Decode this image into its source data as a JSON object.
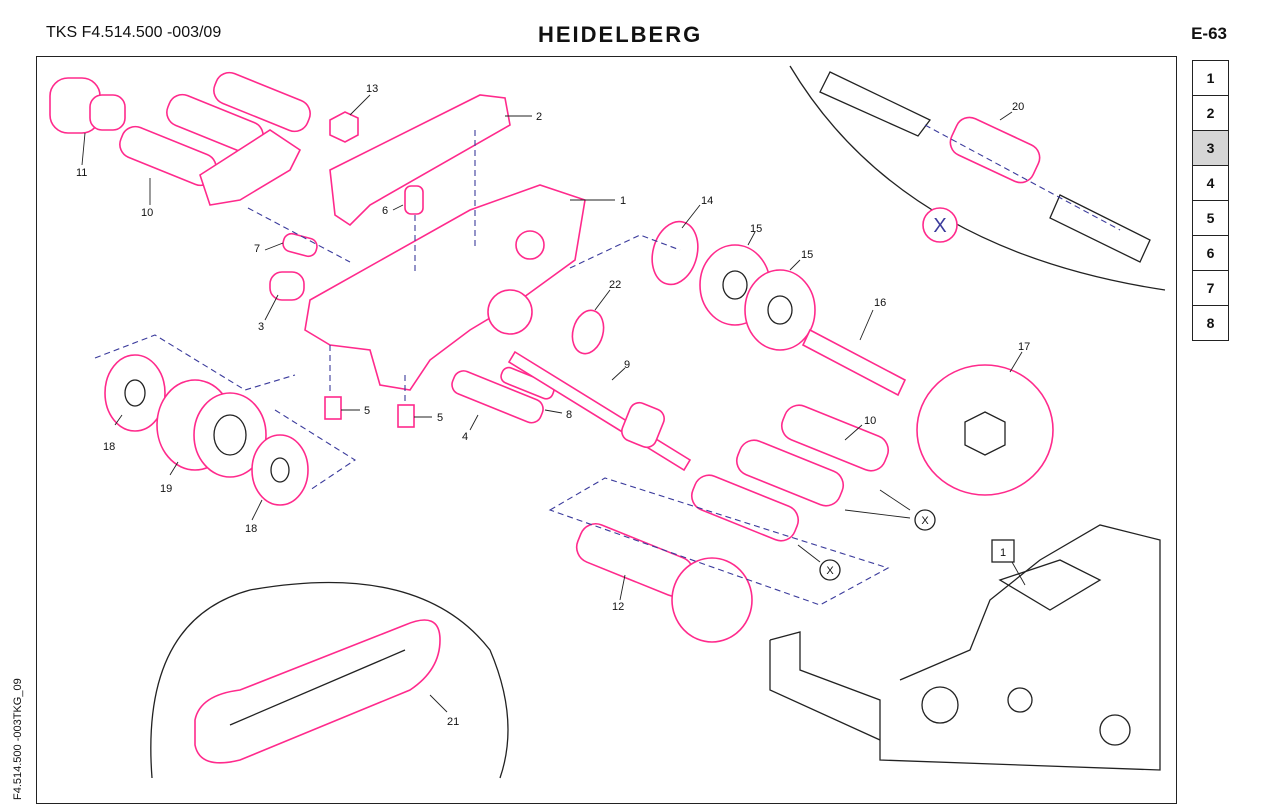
{
  "header": {
    "doc_code": "TKS F4.514.500 -003/09",
    "logo": "HEIDELBERG",
    "page": "E-63"
  },
  "side_code": "F4.514.500 -003TKG_09",
  "tabs": [
    "1",
    "2",
    "3",
    "4",
    "5",
    "6",
    "7",
    "8"
  ],
  "active_tab": "3",
  "callouts": {
    "n1": "1",
    "n2": "2",
    "n3": "3",
    "n4": "4",
    "n5a": "5",
    "n5b": "5",
    "n6": "6",
    "n7": "7",
    "n8": "8",
    "n9": "9",
    "n10a": "10",
    "n10b": "10",
    "n11": "11",
    "n12": "12",
    "n13": "13",
    "n14": "14",
    "n15a": "15",
    "n15b": "15",
    "n16": "16",
    "n17": "17",
    "n18a": "18",
    "n18b": "18",
    "n19": "19",
    "n20": "20",
    "n21": "21",
    "n22": "22",
    "x_big": "X",
    "x1": "X",
    "x2": "X",
    "box1": "1"
  },
  "colors": {
    "highlight": "#ff2a8c",
    "dash": "#3b3b9c",
    "active_tab": "#d6d6d6"
  }
}
